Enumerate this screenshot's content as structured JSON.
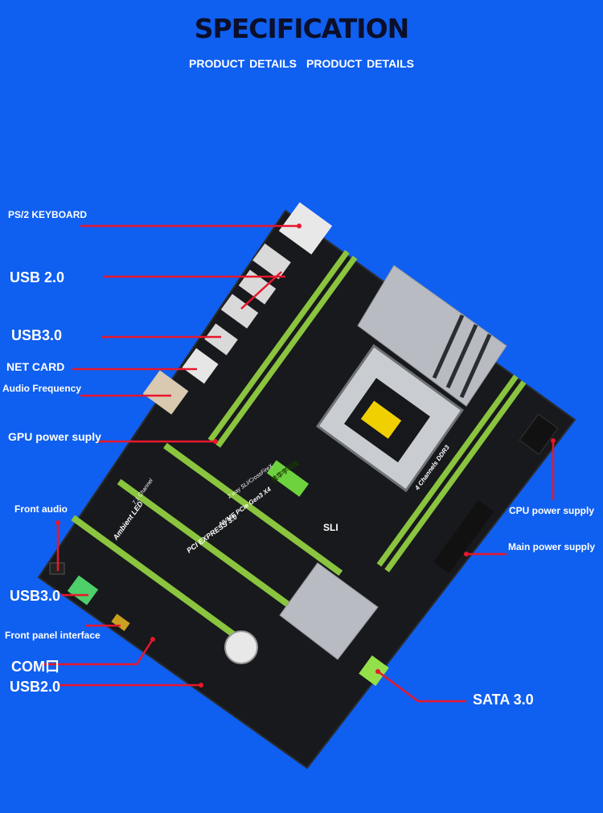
{
  "header": {
    "title": "SPECIFICATION",
    "subtitles": [
      "PRODUCT DETAILS",
      "PRODUCT DETAILS"
    ]
  },
  "callouts": {
    "ps2_keyboard": "PS/2 KEYBOARD",
    "usb20_top": "USB 2.0",
    "usb30_top": "USB3.0",
    "net_card": "NET CARD",
    "audio_frequency": "Audio Frequency",
    "gpu_power": "GPU power suply",
    "front_audio": "Front audio",
    "usb30_bottom": "USB3.0",
    "front_panel": "Front panel interface",
    "com_port": "COM口",
    "usb20_bottom": "USB2.0",
    "cpu_power": "CPU power supply",
    "main_power": "Main power supply",
    "sata": "SATA 3.0"
  },
  "board_markings": {
    "pci_express": "PCI EXPRESS 3.0",
    "nvme": "NVME PCIe Gen3 X4",
    "sli": "2 way SLI/CrossFireX",
    "ambient": "Ambient LED",
    "channel": "7.1 Channel",
    "ddr": "4 Channels DDR3",
    "sli_logo": "SLI",
    "brand": "佳华宇科技"
  },
  "colors": {
    "background": "#0f5ff0",
    "leader_line": "#e8172c",
    "board": "#17191c",
    "slot_green": "#8bc43f",
    "heatsink": "#b8bcc2"
  }
}
